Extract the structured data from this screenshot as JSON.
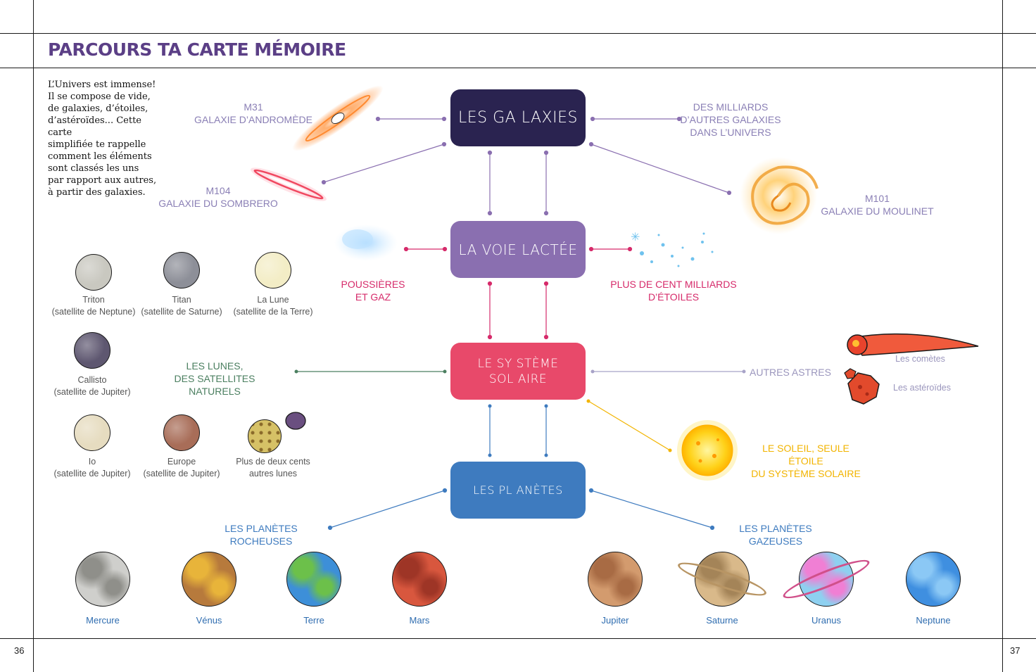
{
  "title": "PARCOURS TA CARTE MÉMOIRE",
  "intro": "L’Univers est immense!\nIl se compose de vide,\nde galaxies, d’étoiles,\nd’astéroïdes... Cette carte\nsimplifiée te rappelle\ncomment les éléments\nsont classés les uns\npar rapport aux autres,\nà partir des galaxies.",
  "page_left": "36",
  "page_right": "37",
  "colors": {
    "galaxies": "#2a2350",
    "voie_lactee": "#8a6fb0",
    "systeme_solaire": "#e8496a",
    "planetes": "#3e7bbf",
    "title": "#5b3f86"
  },
  "nodes": {
    "galaxies": "LES GA LAXIES",
    "voie_lactee": "LA VOIE  LACTÉE",
    "systeme_solaire": "LE SY STÈME\nSOL AIRE",
    "planetes": "LES PL ANÈTES"
  },
  "labels": {
    "m31": "M31\nGALAXIE D’ANDROMÈDE",
    "m104": "M104\nGALAXIE DU SOMBRERO",
    "milliards": "DES MILLIARDS\nD’AUTRES GALAXIES\nDANS L’UNIVERS",
    "m101": "M101\nGALAXIE DU MOULINET",
    "poussieres": "POUSSIÈRES\nET GAZ",
    "etoiles": "PLUS DE CENT MILLIARDS\nD’ÉTOILES",
    "lunes": "LES LUNES,\nDES SATELLITES NATURELS",
    "autres_astres": "AUTRES ASTRES",
    "cometes": "Les comètes",
    "asteroides": "Les astéroïdes",
    "soleil": "LE SOLEIL, SEULE ÉTOILE\nDU SYSTÈME SOLAIRE",
    "rocheuses": "LES PLANÈTES ROCHEUSES",
    "gazeuses": "LES PLANÈTES GAZEUSES"
  },
  "moons": [
    {
      "name": "Triton\n(satellite de Neptune)",
      "color": "#c9c8c0"
    },
    {
      "name": "Titan\n(satellite de Saturne)",
      "color": "#8d8f98"
    },
    {
      "name": "La Lune\n(satellite de la Terre)",
      "color": "#f3edc6"
    },
    {
      "name": "Callisto\n(satellite de Jupiter)",
      "color": "#5e5770"
    },
    {
      "name": "Io\n(satellite de Jupiter)",
      "color": "#e6dcc0"
    },
    {
      "name": "Europe\n(satellite de Jupiter)",
      "color": "#a86d58"
    },
    {
      "name": "Plus de deux cents\nautres lunes",
      "color": "#d6c166"
    }
  ],
  "planets": [
    {
      "name": "Mercure",
      "color": "#cfcfcc",
      "accent": "#8f8f8a"
    },
    {
      "name": "Vénus",
      "color": "#b77a3c",
      "accent": "#e8b43a"
    },
    {
      "name": "Terre",
      "color": "#3d8fd8",
      "accent": "#6cc04a"
    },
    {
      "name": "Mars",
      "color": "#d8573e",
      "accent": "#9e3526"
    },
    {
      "name": "Jupiter",
      "color": "#d39b6e",
      "accent": "#a86b44"
    },
    {
      "name": "Saturne",
      "color": "#d9b98a",
      "accent": "#a48458"
    },
    {
      "name": "Uranus",
      "color": "#8ed0f0",
      "accent": "#f07fd4"
    },
    {
      "name": "Neptune",
      "color": "#3f8fe0",
      "accent": "#8bc8f5"
    }
  ]
}
